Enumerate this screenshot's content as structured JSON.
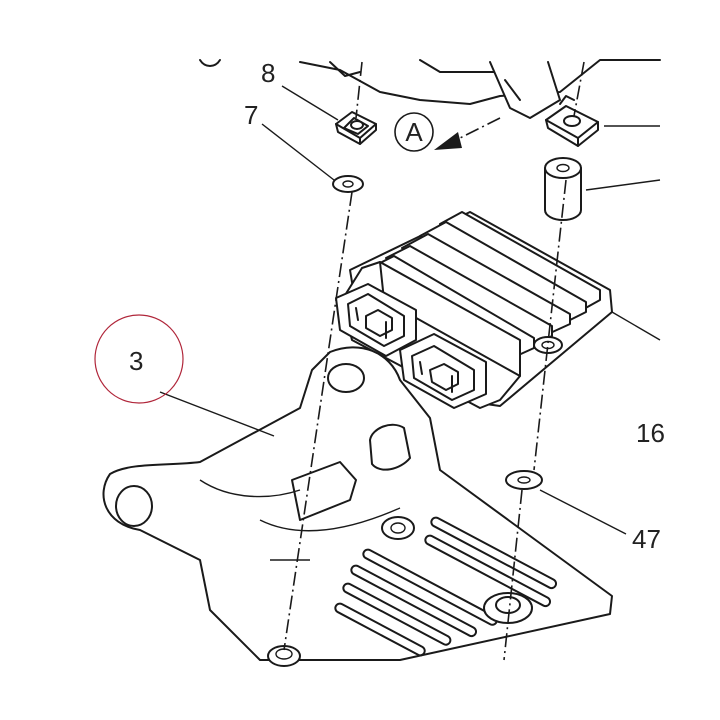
{
  "callouts": {
    "c3": "3",
    "c7": "7",
    "c8": "8",
    "c16": "16",
    "c47": "47",
    "view_a": "A"
  },
  "colors": {
    "line": "#1a1a1a",
    "highlight_circle": "#b0263a",
    "background": "#ffffff"
  }
}
